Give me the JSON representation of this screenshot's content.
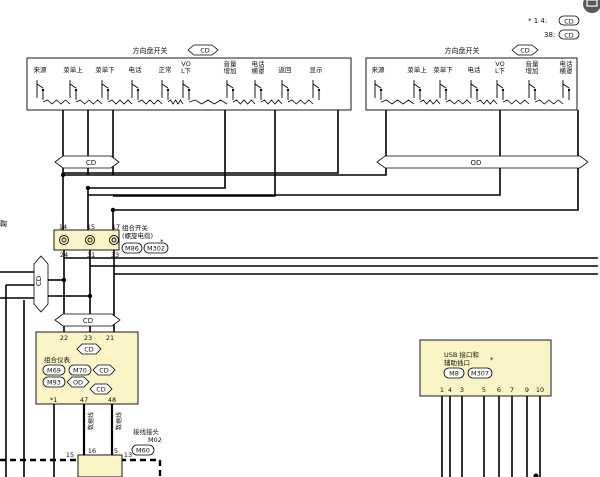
{
  "legend": {
    "star1_text": "* 1  4:",
    "star1_code": "CD",
    "note38_text": "38:",
    "note38_code": "CD"
  },
  "left_switch": {
    "title": "方向盘开关",
    "code": "CD",
    "buttons": [
      "来源",
      "菜单上",
      "菜单下",
      "电话",
      "正常",
      "VOL下",
      "音量增加",
      "电话横罩",
      "返回",
      "显示"
    ]
  },
  "right_switch": {
    "title": "方向盘开关",
    "code": "CD",
    "buttons": [
      "来源",
      "菜单上",
      "菜单下",
      "电话",
      "VOL下",
      "音量增加",
      "电话横罩"
    ]
  },
  "harness": {
    "left_label": "CD",
    "right_label": "OD",
    "mid_label": "CD",
    "vertical_label": "CD",
    "edge_left_fragment": "鞠"
  },
  "combination_switch": {
    "title": "组合开关",
    "subtitle": "(螺旋电缆)",
    "star": "*",
    "pins_top": [
      "14",
      "15",
      "17"
    ],
    "pins_bottom": [
      "24",
      "31",
      "33"
    ],
    "connectors": [
      "M86",
      "M302"
    ]
  },
  "meter": {
    "pins_top": [
      "22",
      "23",
      "21"
    ],
    "top_code": "CD",
    "title": "组合仪表",
    "connectors_row1": [
      "M69",
      "M70",
      "CD"
    ],
    "connectors_row2": [
      "M93",
      "OD"
    ],
    "code_row3": "CD",
    "star_pin": "*1",
    "pins_bottom": [
      "47",
      "48"
    ],
    "wire_labels": [
      "数据线",
      "数据线"
    ]
  },
  "bottom": {
    "connector_text": "接线接头",
    "connector_id": "M02",
    "connector_code": "M60",
    "pins": [
      "15",
      "16",
      "5",
      "13"
    ]
  },
  "usb": {
    "title": "USB 接口和",
    "subtitle": "辅助插口",
    "star": "*",
    "connectors": [
      "M8",
      "M307"
    ],
    "pins": [
      "1",
      "4",
      "3",
      "5",
      "6",
      "7",
      "9",
      "10"
    ]
  }
}
